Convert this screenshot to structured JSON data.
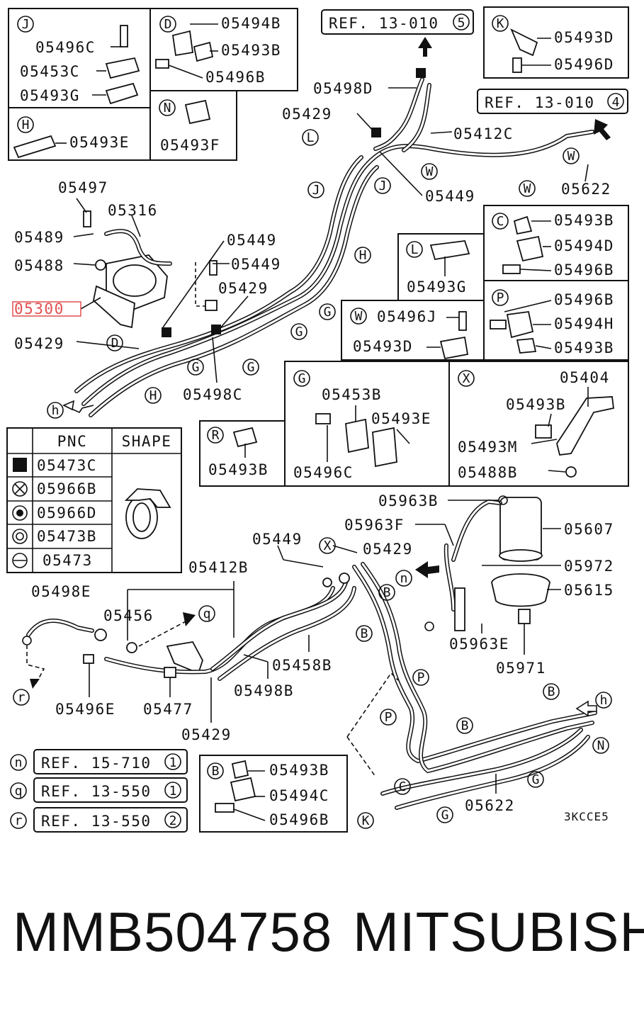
{
  "callout_boxes": {
    "J": {
      "letter": "J",
      "parts": [
        "05496C",
        "05453C",
        "05493G"
      ]
    },
    "D": {
      "letter": "D",
      "parts": [
        "05494B",
        "05493B",
        "05496B"
      ]
    },
    "N": {
      "letter": "N",
      "parts": [
        "05493F"
      ]
    },
    "H": {
      "letter": "H",
      "parts": [
        "05493E"
      ]
    },
    "K": {
      "letter": "K",
      "parts": [
        "05493D",
        "05496D"
      ]
    },
    "C": {
      "letter": "C",
      "parts": [
        "05493B",
        "05494D",
        "05496B"
      ]
    },
    "L": {
      "letter": "L",
      "parts": [
        "05493G"
      ]
    },
    "P": {
      "letter": "P",
      "parts": [
        "05496B",
        "05494H",
        "05493B"
      ]
    },
    "W": {
      "letter": "W",
      "parts": [
        "05496J",
        "05493D"
      ]
    },
    "G": {
      "letter": "G",
      "parts": [
        "05453B",
        "05493E",
        "05496C"
      ]
    },
    "X": {
      "letter": "X",
      "parts": [
        "05404",
        "05493B",
        "05493M",
        "05488B"
      ]
    },
    "R": {
      "letter": "R",
      "parts": [
        "05493B"
      ]
    },
    "B": {
      "letter": "B",
      "parts": [
        "05493B",
        "05494C",
        "05496B"
      ]
    }
  },
  "refs": {
    "top": "REF. 13-010",
    "top_num": "5",
    "right": "REF. 13-010",
    "right_num": "4",
    "n": {
      "letter": "n",
      "text": "REF. 15-710",
      "num": "1"
    },
    "q": {
      "letter": "q",
      "text": "REF. 13-550",
      "num": "1"
    },
    "r": {
      "letter": "r",
      "text": "REF. 13-550",
      "num": "2"
    }
  },
  "pnc_table": {
    "headers": [
      "PNC",
      "SHAPE"
    ],
    "rows": [
      {
        "symbol": "filled-square",
        "pnc": "05473C"
      },
      {
        "symbol": "circle-x",
        "pnc": "05966B"
      },
      {
        "symbol": "circle-dot",
        "pnc": "05966D"
      },
      {
        "symbol": "double-circle",
        "pnc": "05473B"
      },
      {
        "symbol": "circle-minus",
        "pnc": "05473"
      }
    ]
  },
  "labels": {
    "l05497": "05497",
    "l05316": "05316",
    "l05489": "05489",
    "l05488": "05488",
    "l05300": "05300",
    "l05429a": "05429",
    "l05449a": "05449",
    "l05449b": "05449",
    "l05429b": "05429",
    "l05498c": "05498C",
    "l05498d": "05498D",
    "l05429c": "05429",
    "l05412c": "05412C",
    "l05449c": "05449",
    "l05622a": "05622",
    "l05963b": "05963B",
    "l05963f": "05963F",
    "l05607": "05607",
    "l05449d": "05449",
    "l05429d": "05429",
    "l05972": "05972",
    "l05615": "05615",
    "l05412b": "05412B",
    "l05498e": "05498E",
    "l05456": "05456",
    "l05458b": "05458B",
    "l05498b": "05498B",
    "l05963e": "05963E",
    "l05971": "05971",
    "l05496e": "05496E",
    "l05477": "05477",
    "l05429e": "05429",
    "l05622b": "05622",
    "code": "3KCCE5"
  },
  "footer": {
    "part_number": "MMB504758",
    "brand": "MITSUBISHI"
  },
  "colors": {
    "ink": "#111111",
    "highlight": "#e05050"
  }
}
